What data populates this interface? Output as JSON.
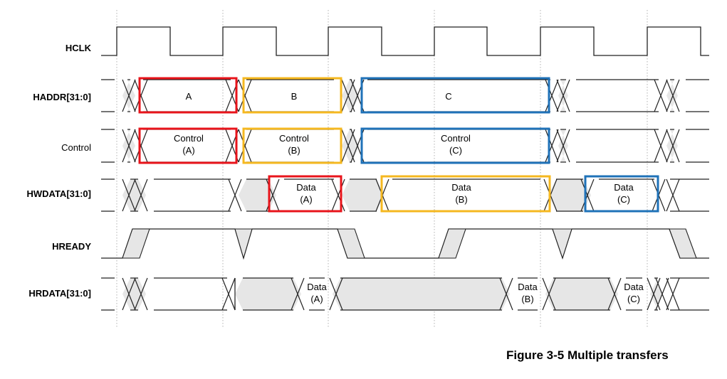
{
  "figure": {
    "caption": "Figure 3-5 Multiple transfers"
  },
  "signals": [
    {
      "id": "hclk",
      "name": "HCLK",
      "bold": true
    },
    {
      "id": "haddr",
      "name": "HADDR[31:0]",
      "bold": true
    },
    {
      "id": "control",
      "name": "Control",
      "bold": false
    },
    {
      "id": "hwdata",
      "name": "HWDATA[31:0]",
      "bold": true
    },
    {
      "id": "hready",
      "name": "HREADY",
      "bold": true
    },
    {
      "id": "hrdata",
      "name": "HRDATA[31:0]",
      "bold": true
    }
  ],
  "labels": {
    "haddr": [
      "A",
      "B",
      "C"
    ],
    "control": [
      [
        "Control",
        "(A)"
      ],
      [
        "Control",
        "(B)"
      ],
      [
        "Control",
        "(C)"
      ]
    ],
    "hwdata": [
      [
        "Data",
        "(A)"
      ],
      [
        "Data",
        "(B)"
      ],
      [
        "Data",
        "(C)"
      ]
    ],
    "hrdata": [
      [
        "Data",
        "(A)"
      ],
      [
        "Data",
        "(B)"
      ],
      [
        "Data",
        "(C)"
      ]
    ]
  },
  "colors": {
    "transfer_a": "#e8141b",
    "transfer_b": "#f5b820",
    "transfer_c": "#1f72b8",
    "bus_fill": "#e6e6e6",
    "line": "#222222",
    "gridline": "#b0b0b0"
  }
}
